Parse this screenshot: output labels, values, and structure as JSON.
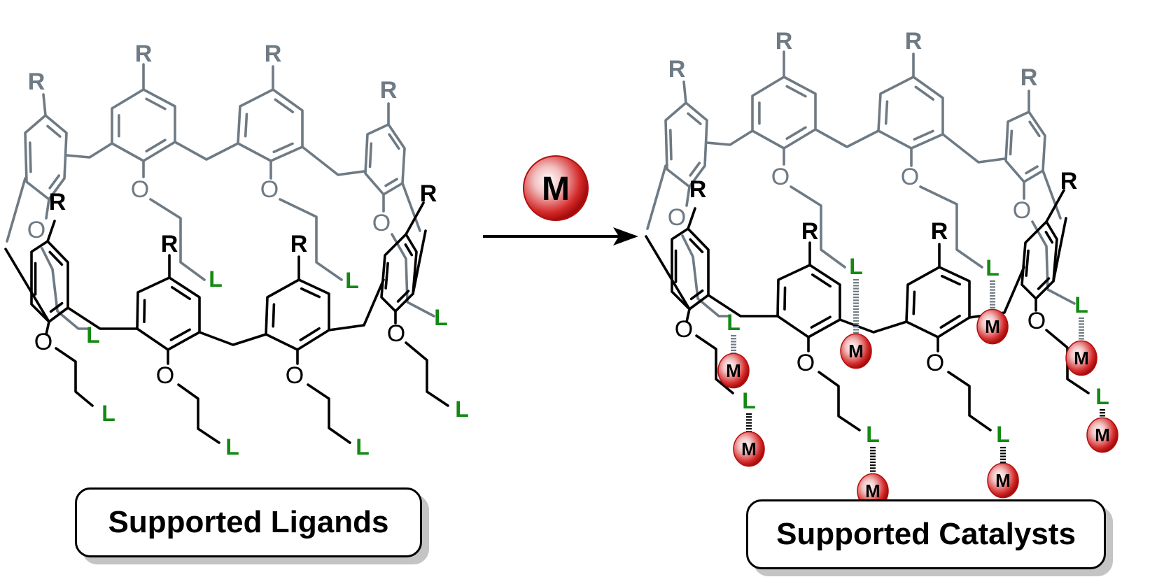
{
  "title": "Calixarene supported ligands to supported catalysts",
  "colors": {
    "back_bonds": "#6e7a84",
    "front_bonds": "#000000",
    "ligand_label": "#138a13",
    "metal_sphere": "#c4161c",
    "label_shadow": "#c4c4c4"
  },
  "atoms": {
    "substituent": "R",
    "oxygen": "O",
    "ligand": "L",
    "metal": "M"
  },
  "reagent": {
    "label": "M"
  },
  "left_panel": {
    "caption": "Supported Ligands",
    "ligand_count": 8,
    "metal_count": 0
  },
  "right_panel": {
    "caption": "Supported Catalysts",
    "ligand_count": 8,
    "metal_count": 8
  }
}
